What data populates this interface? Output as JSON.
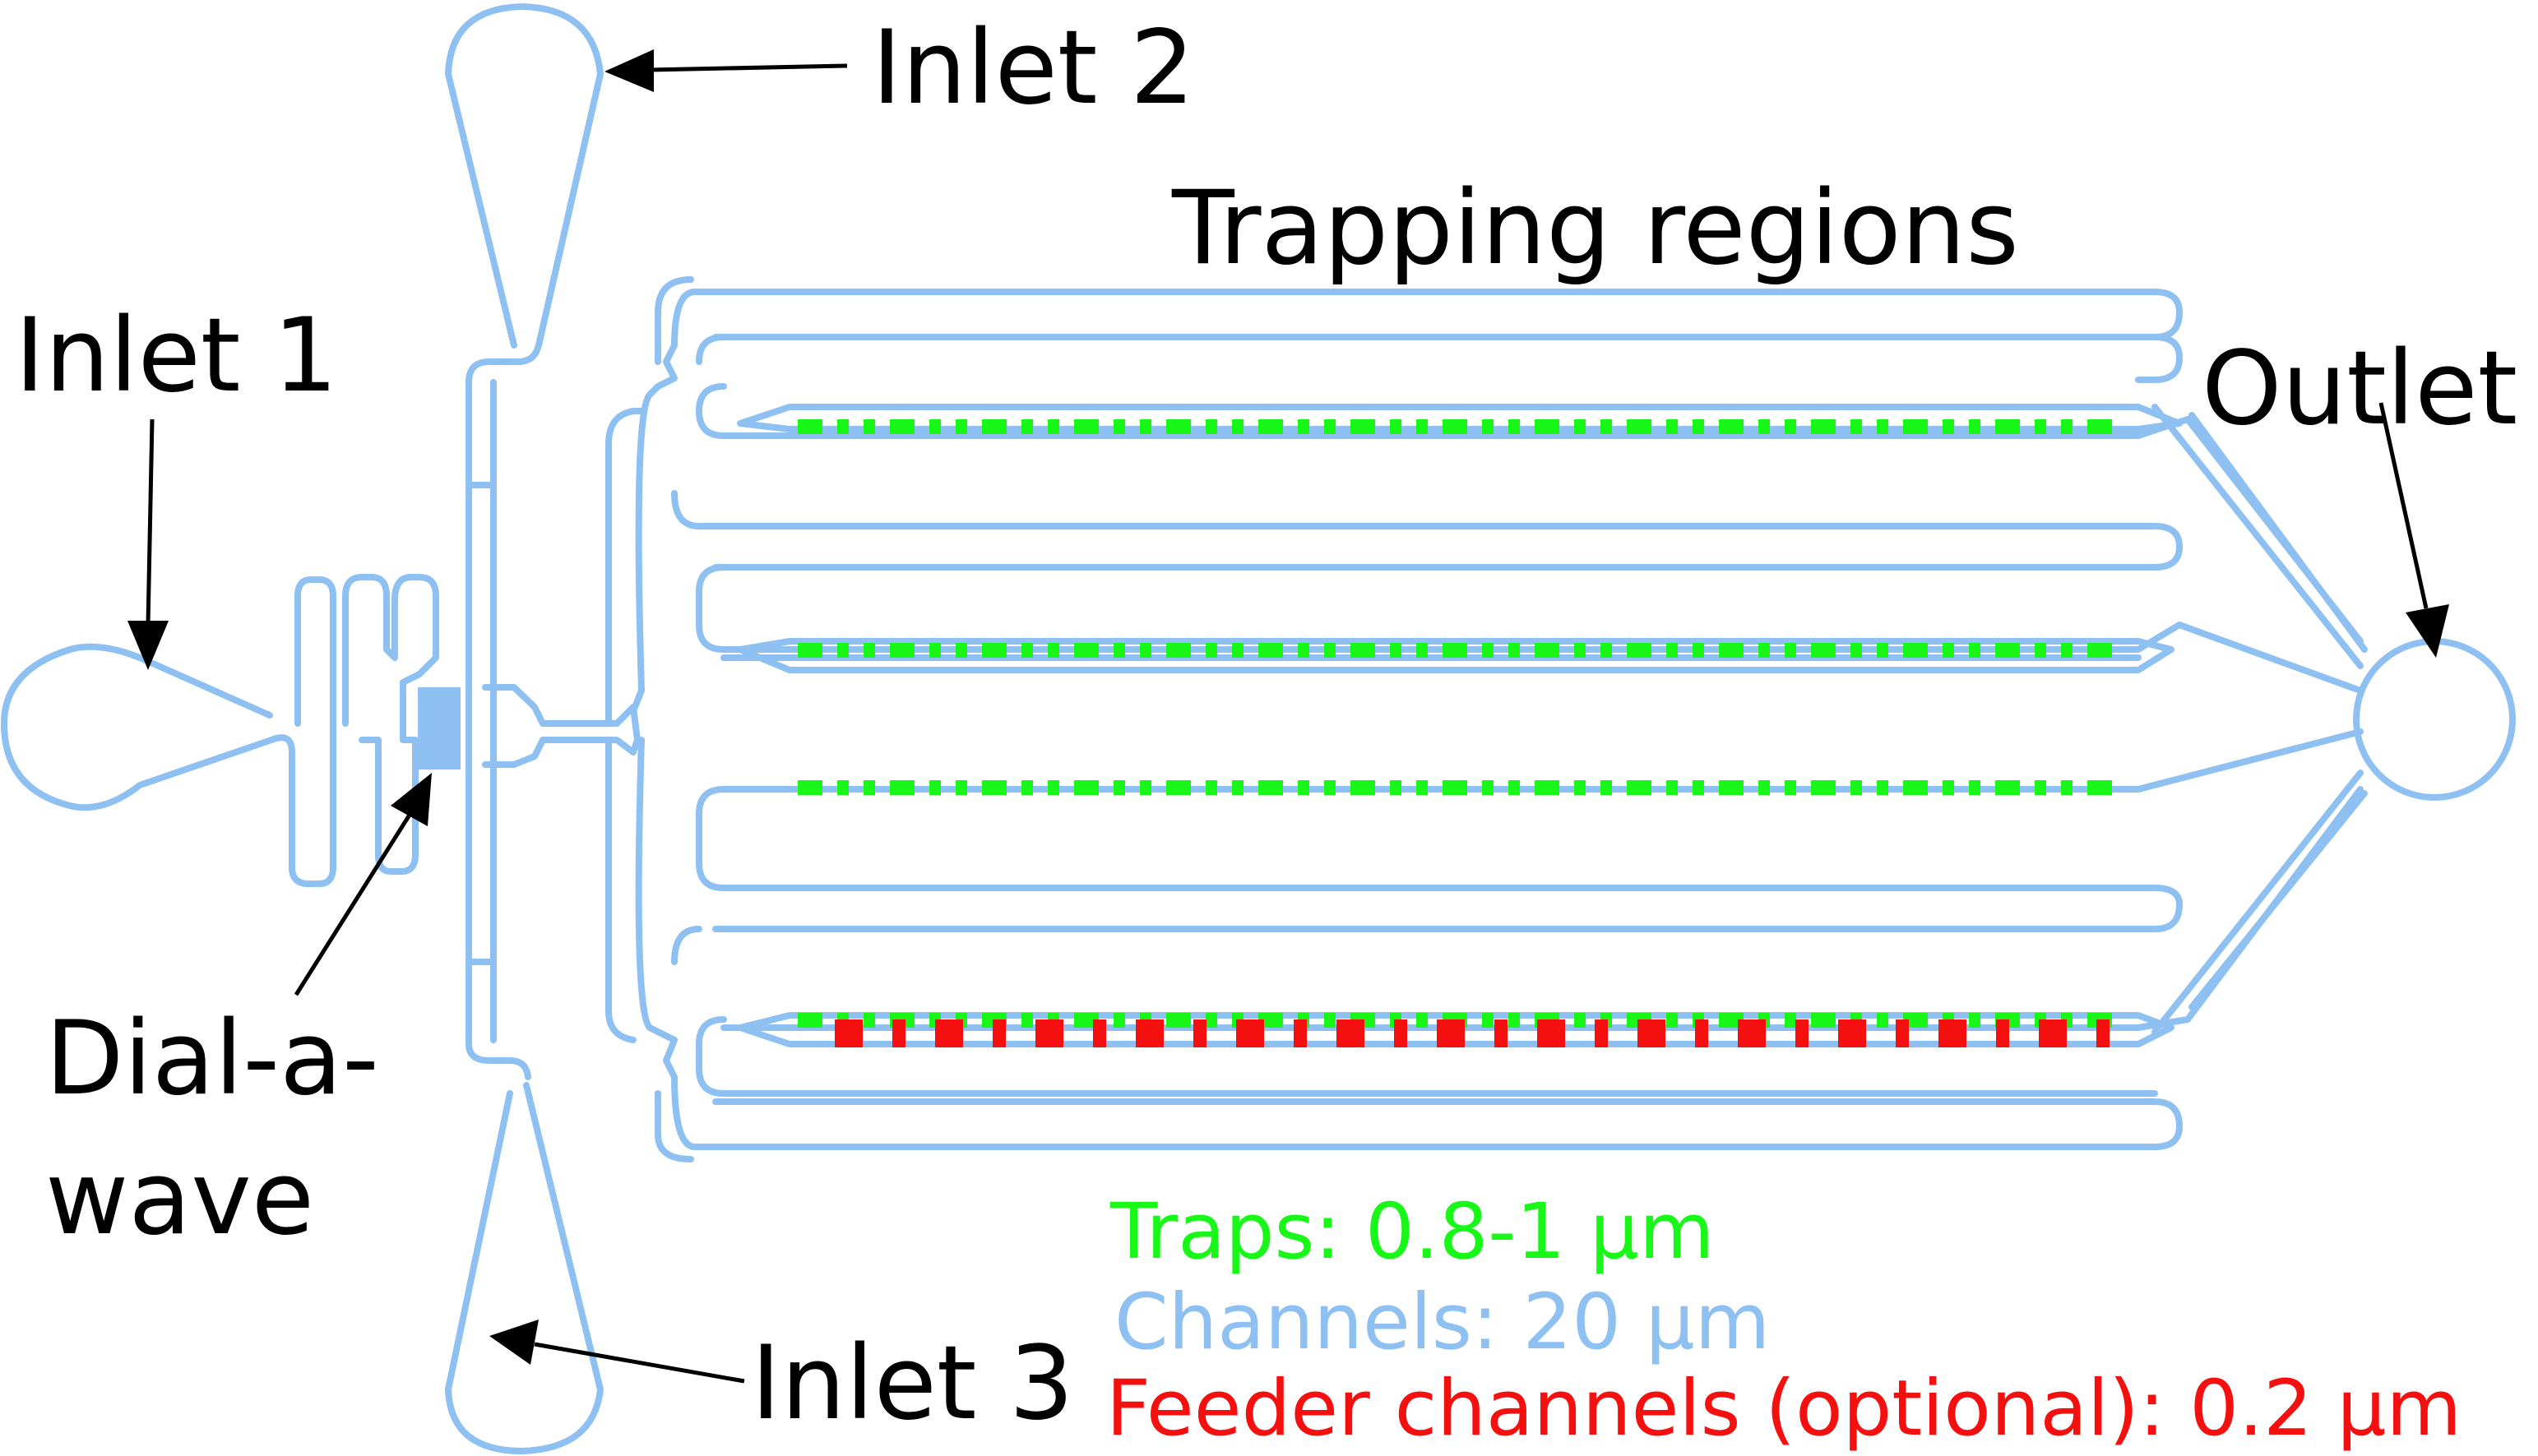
{
  "labels": {
    "inlet1": "Inlet 1",
    "inlet2": "Inlet 2",
    "inlet3": "Inlet 3",
    "trapping": "Trapping regions",
    "outlet": "Outlet",
    "dial_line1": "Dial-a-",
    "dial_line2": "wave"
  },
  "legend": {
    "traps": "Traps: 0.8-1 µm",
    "channels": "Channels: 20 µm",
    "feeders": "Feeder channels (optional): 0.2 µm"
  },
  "colors": {
    "channel": "#8ec1f2",
    "trap": "#19f719",
    "feeder": "#f51010",
    "text": "#000000"
  }
}
